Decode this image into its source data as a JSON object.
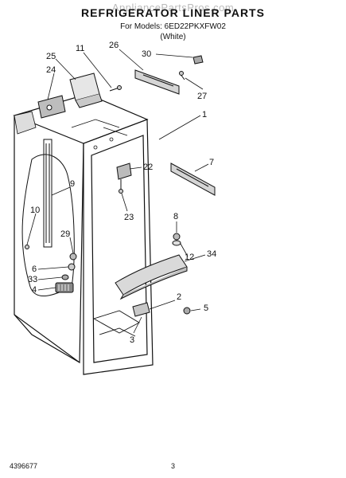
{
  "header": {
    "watermark": "AppliancePartsPros.com",
    "title": "REFRIGERATOR LINER PARTS",
    "models": "For Models: 6ED22PKXFW02",
    "color": "(White)"
  },
  "footer": {
    "part_code": "4396677",
    "page_number": "3"
  },
  "callouts": [
    "25",
    "11",
    "26",
    "30",
    "24",
    "27",
    "1",
    "22",
    "7",
    "9",
    "23",
    "10",
    "8",
    "29",
    "12",
    "34",
    "6",
    "33",
    "4",
    "2",
    "5",
    "3"
  ]
}
